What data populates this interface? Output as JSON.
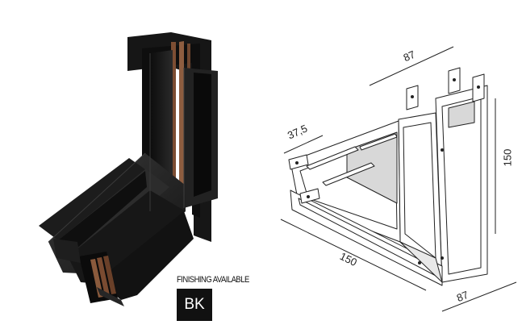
{
  "finishing": {
    "label": "FINISHING AVAILABLE",
    "code": "BK",
    "color": "#111111"
  },
  "dimensions": {
    "top_depth": "87",
    "side_depth": "37,5",
    "height": "150",
    "length": "150",
    "bottom_depth": "87"
  },
  "colors": {
    "profile_black": "#1a1a1a",
    "copper_strip": "#8a5a3c",
    "drawing_line": "#222222",
    "drawing_gray_fill": "#d8d8d8"
  }
}
